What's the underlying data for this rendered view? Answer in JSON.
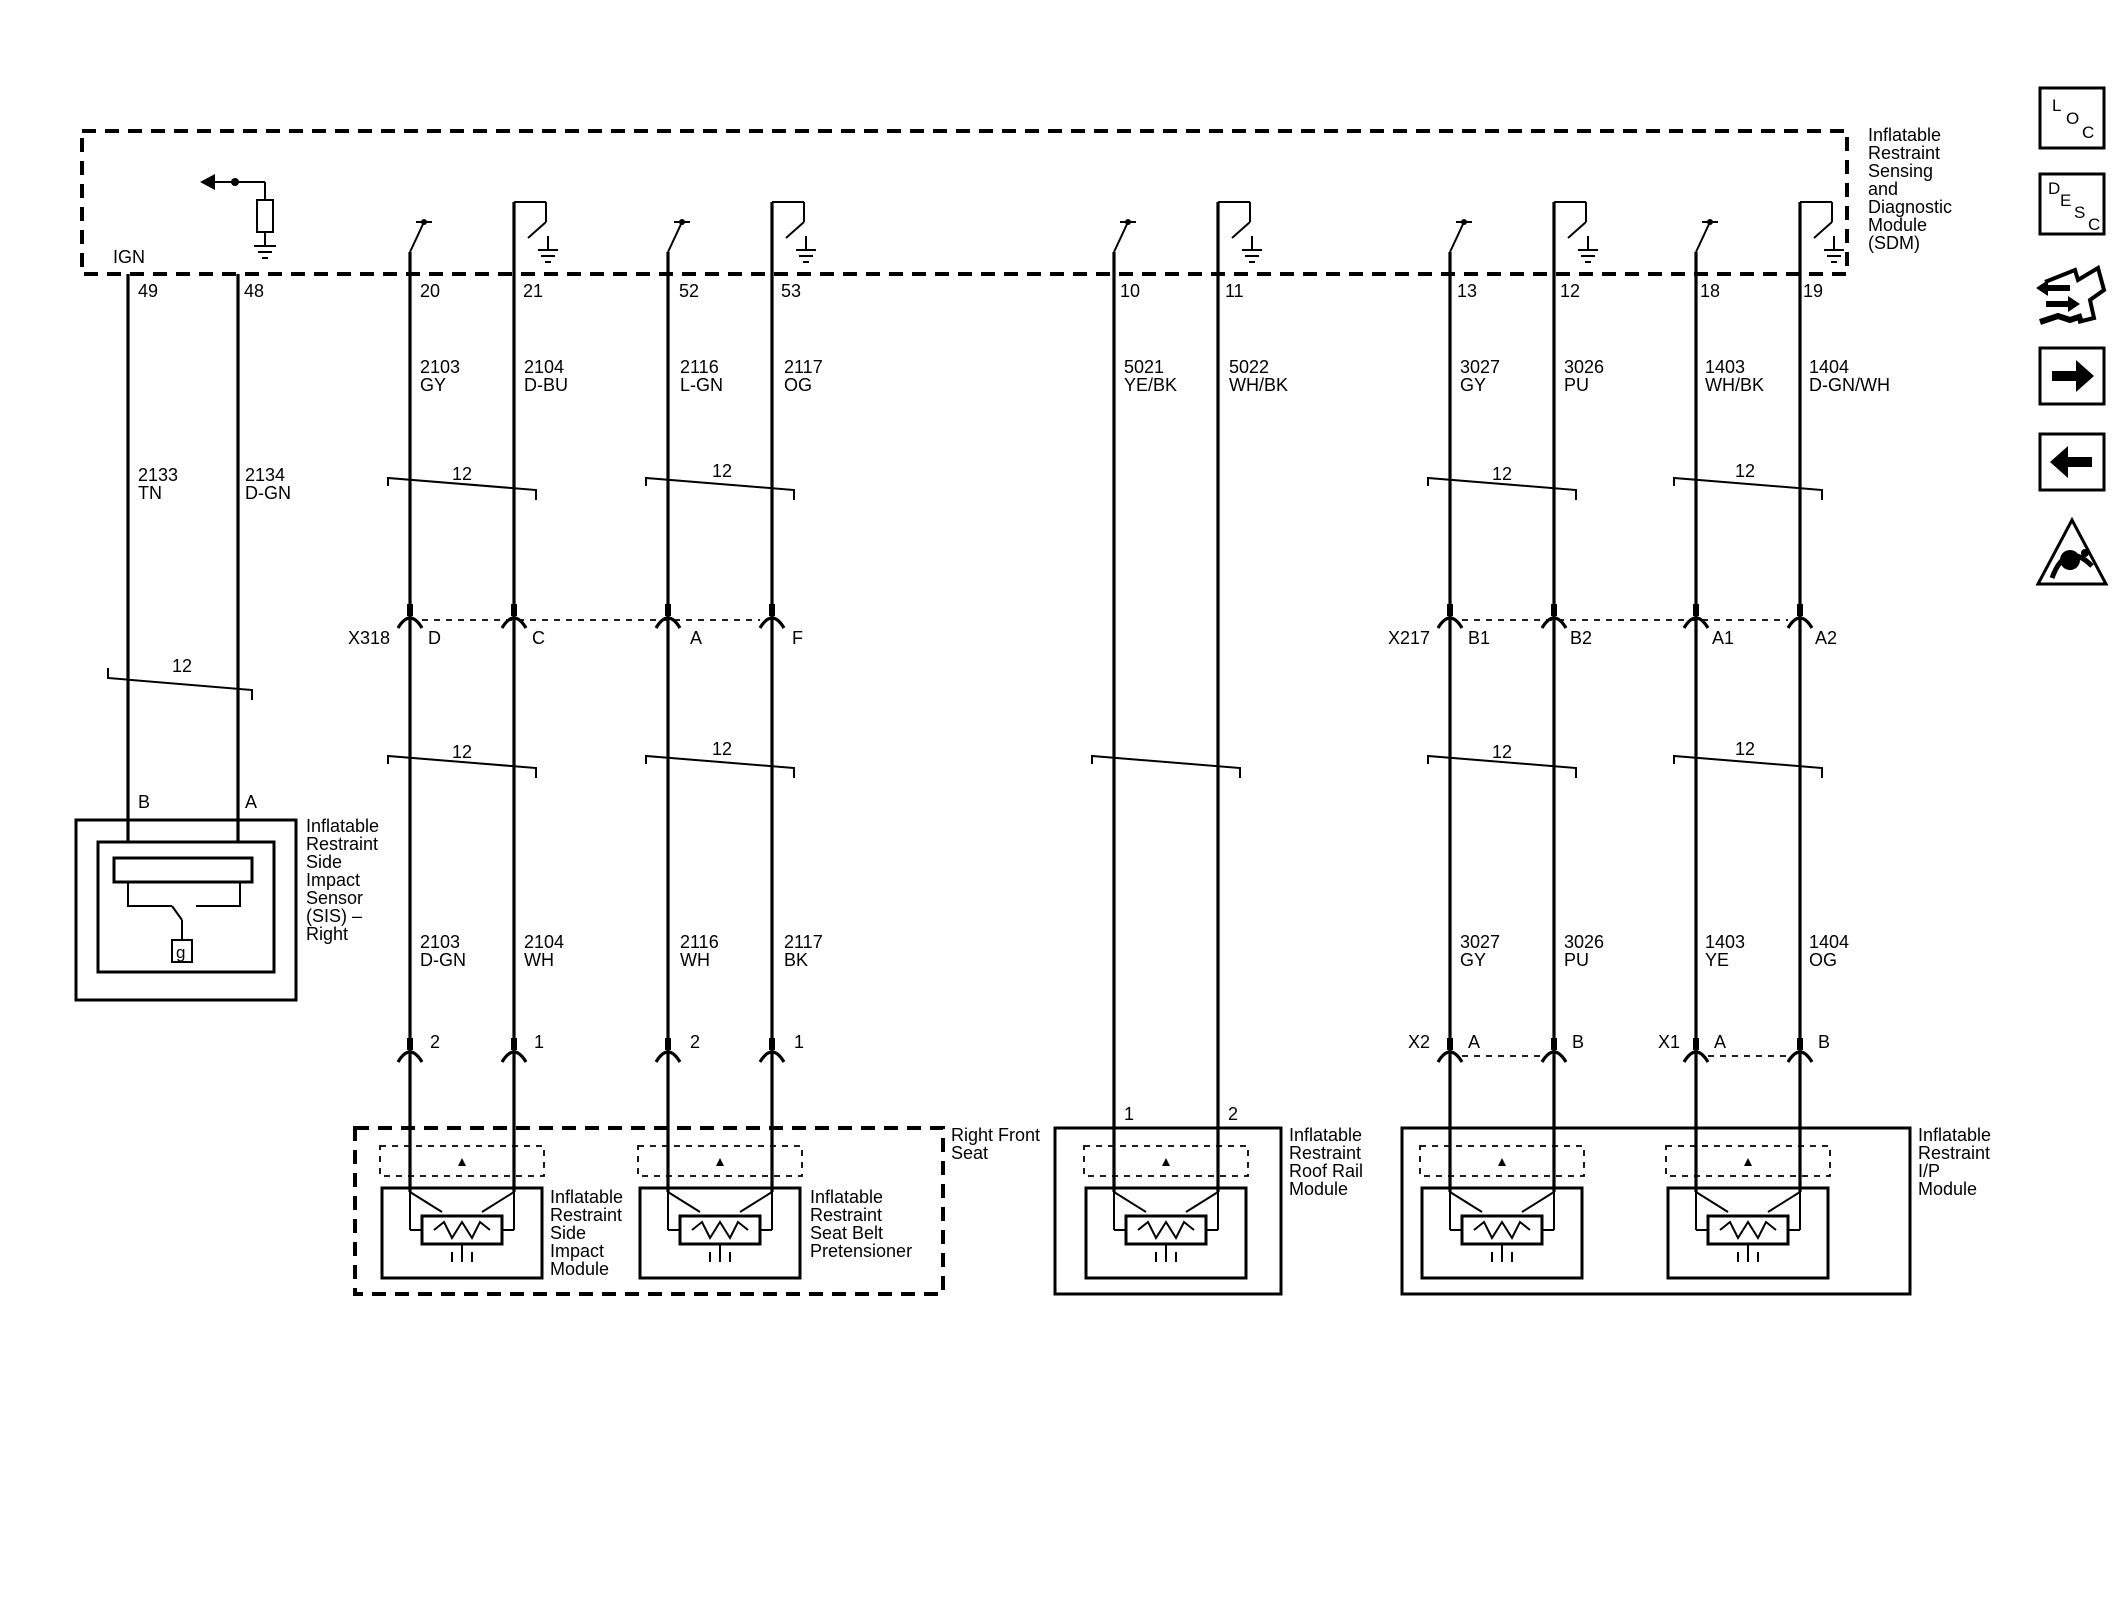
{
  "sdm": {
    "label_lines": [
      "Inflatable",
      "Restraint",
      "Sensing",
      "and",
      "Diagnostic",
      "Module",
      "(SDM)"
    ],
    "ign_label": "IGN"
  },
  "pins": [
    "49",
    "48",
    "20",
    "21",
    "52",
    "53",
    "10",
    "11",
    "13",
    "12",
    "18",
    "19"
  ],
  "upper_wires": [
    {
      "circuit": "2103",
      "color": "GY"
    },
    {
      "circuit": "2104",
      "color": "D-BU"
    },
    {
      "circuit": "2116",
      "color": "L-GN"
    },
    {
      "circuit": "2117",
      "color": "OG"
    },
    {
      "circuit": "5021",
      "color": "YE/BK"
    },
    {
      "circuit": "5022",
      "color": "WH/BK"
    },
    {
      "circuit": "3027",
      "color": "GY"
    },
    {
      "circuit": "3026",
      "color": "PU"
    },
    {
      "circuit": "1403",
      "color": "WH/BK"
    },
    {
      "circuit": "1404",
      "color": "D-GN/WH"
    }
  ],
  "sis_wires": [
    {
      "circuit": "2133",
      "color": "TN"
    },
    {
      "circuit": "2134",
      "color": "D-GN"
    }
  ],
  "twist_label": "12",
  "connectors": {
    "x318": {
      "name": "X318",
      "pins": [
        "D",
        "C",
        "A",
        "F"
      ]
    },
    "x217": {
      "name": "X217",
      "pins": [
        "B1",
        "B2",
        "A1",
        "A2"
      ]
    }
  },
  "lower_wires": [
    {
      "circuit": "2103",
      "color": "D-GN"
    },
    {
      "circuit": "2104",
      "color": "WH"
    },
    {
      "circuit": "2116",
      "color": "WH"
    },
    {
      "circuit": "2117",
      "color": "BK"
    },
    {
      "circuit": "3027",
      "color": "GY"
    },
    {
      "circuit": "3026",
      "color": "PU"
    },
    {
      "circuit": "1403",
      "color": "YE"
    },
    {
      "circuit": "1404",
      "color": "OG"
    }
  ],
  "module_pins": {
    "side_impact": [
      "2",
      "1"
    ],
    "pretensioner": [
      "2",
      "1"
    ],
    "roof_rail": [
      "1",
      "2"
    ],
    "x2": {
      "name": "X2",
      "pins": [
        "A",
        "B"
      ]
    },
    "x1": {
      "name": "X1",
      "pins": [
        "A",
        "B"
      ]
    }
  },
  "sis_pins": [
    "B",
    "A"
  ],
  "sis_ground_label": "g",
  "labels": {
    "sis": [
      "Inflatable",
      "Restraint",
      "Side",
      "Impact",
      "Sensor",
      "(SIS) –",
      "Right"
    ],
    "right_front_seat": [
      "Right Front",
      "Seat"
    ],
    "side_impact_module": [
      "Inflatable",
      "Restraint",
      "Side",
      "Impact",
      "Module"
    ],
    "pretensioner": [
      "Inflatable",
      "Restraint",
      "Seat Belt",
      "Pretensioner"
    ],
    "roof_rail": [
      "Inflatable",
      "Restraint",
      "Roof Rail",
      "Module"
    ],
    "ip_module": [
      "Inflatable",
      "Restraint",
      "I/P",
      "Module"
    ]
  },
  "nav": {
    "loc": {
      "chars": [
        "L",
        "O",
        "C"
      ]
    },
    "desc": {
      "chars": [
        "D",
        "E",
        "S",
        "C"
      ]
    }
  }
}
